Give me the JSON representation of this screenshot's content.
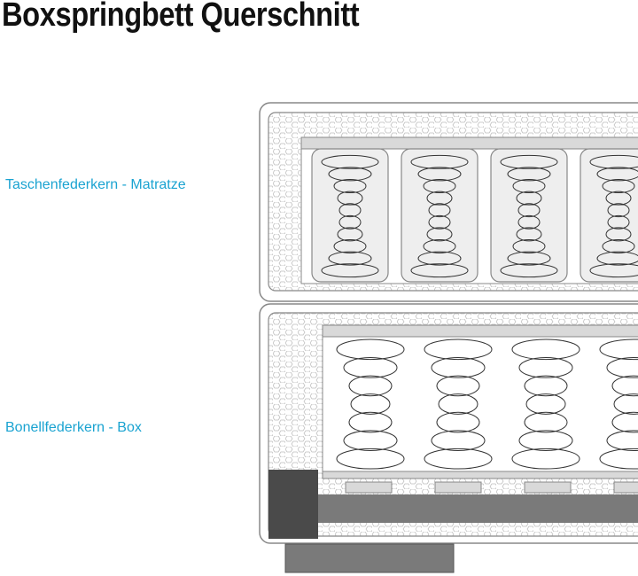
{
  "title": "Boxspringbett Querschnitt",
  "labels": {
    "mattress": "Taschenfederkern - Matratze",
    "box": "Bonellfederkern - Box"
  },
  "colors": {
    "label": "#1aa3d1",
    "outline": "#888888",
    "foam_fill": "#ffffff",
    "pocket_fill": "#eeeeee",
    "bar_fill": "#d9d9d9",
    "dark_block": "#4a4a4a",
    "base_bar": "#7a7a7a",
    "spring_line": "#333333"
  },
  "diagram": {
    "mattress_pocket_springs": 4,
    "box_bonnell_springs": 4,
    "box_slats": 4
  }
}
